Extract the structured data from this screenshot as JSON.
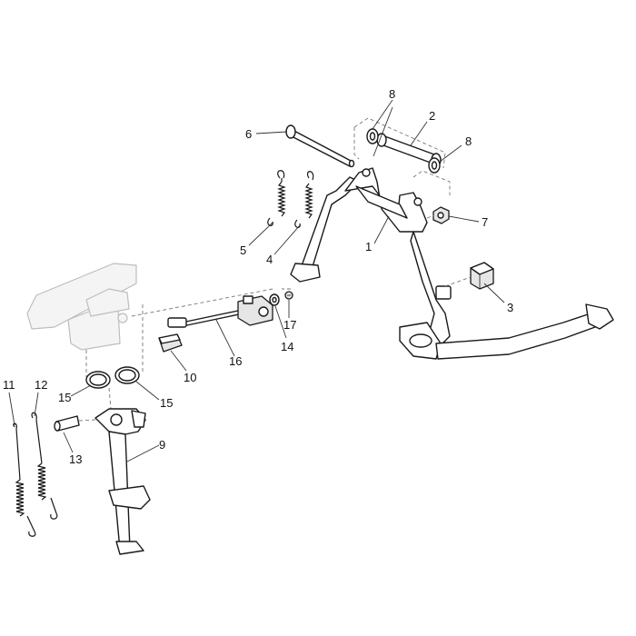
{
  "diagram": {
    "callouts": [
      {
        "id": "c1",
        "label": "1"
      },
      {
        "id": "c2",
        "label": "2"
      },
      {
        "id": "c3",
        "label": "3"
      },
      {
        "id": "c4",
        "label": "4"
      },
      {
        "id": "c5",
        "label": "5"
      },
      {
        "id": "c6",
        "label": "6"
      },
      {
        "id": "c7",
        "label": "7"
      },
      {
        "id": "c8a",
        "label": "8"
      },
      {
        "id": "c8b",
        "label": "8"
      },
      {
        "id": "c9",
        "label": "9"
      },
      {
        "id": "c10",
        "label": "10"
      },
      {
        "id": "c11",
        "label": "11"
      },
      {
        "id": "c12",
        "label": "12"
      },
      {
        "id": "c13",
        "label": "13"
      },
      {
        "id": "c14",
        "label": "14"
      },
      {
        "id": "c15a",
        "label": "15"
      },
      {
        "id": "c15b",
        "label": "15"
      },
      {
        "id": "c16",
        "label": "16"
      },
      {
        "id": "c17",
        "label": "17"
      }
    ]
  }
}
